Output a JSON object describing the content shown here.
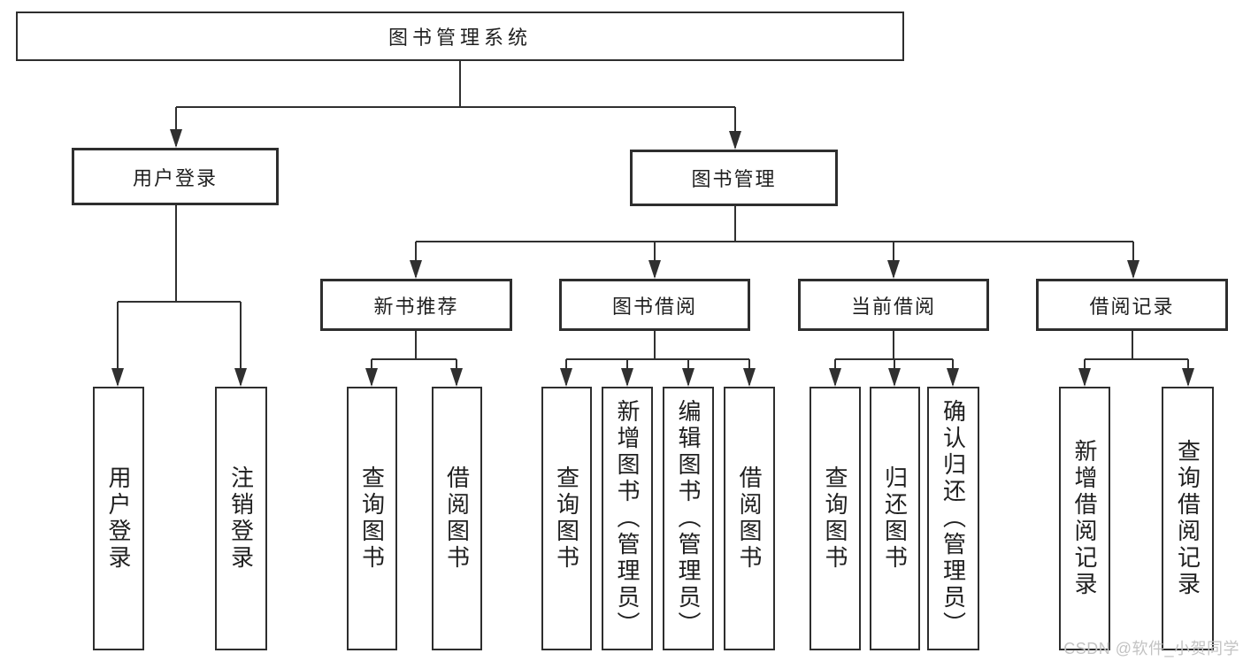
{
  "title": "图书管理系统",
  "tree": {
    "root": {
      "label": "图书管理系统"
    },
    "children": [
      {
        "label": "用户登录",
        "children": [
          {
            "label": "用户登录"
          },
          {
            "label": "注销登录"
          }
        ]
      },
      {
        "label": "图书管理",
        "children": [
          {
            "label": "新书推荐",
            "children": [
              {
                "label": "查询图书"
              },
              {
                "label": "借阅图书"
              }
            ]
          },
          {
            "label": "图书借阅",
            "children": [
              {
                "label": "查询图书"
              },
              {
                "label": "新增图书（管理员）"
              },
              {
                "label": "编辑图书（管理员）"
              },
              {
                "label": "借阅图书"
              }
            ]
          },
          {
            "label": "当前借阅",
            "children": [
              {
                "label": "查询图书"
              },
              {
                "label": "归还图书"
              },
              {
                "label": "确认归还（管理员）"
              }
            ]
          },
          {
            "label": "借阅记录",
            "children": [
              {
                "label": "新增借阅记录"
              },
              {
                "label": "查询借阅记录"
              }
            ]
          }
        ]
      }
    ]
  },
  "watermark": "CSDN @软件_小贺同学",
  "colors": {
    "line": "#303030",
    "box_border": "#2e2e2e",
    "text": "#1f1f1f",
    "watermark": "#c3c3c3",
    "background": "#ffffff"
  }
}
